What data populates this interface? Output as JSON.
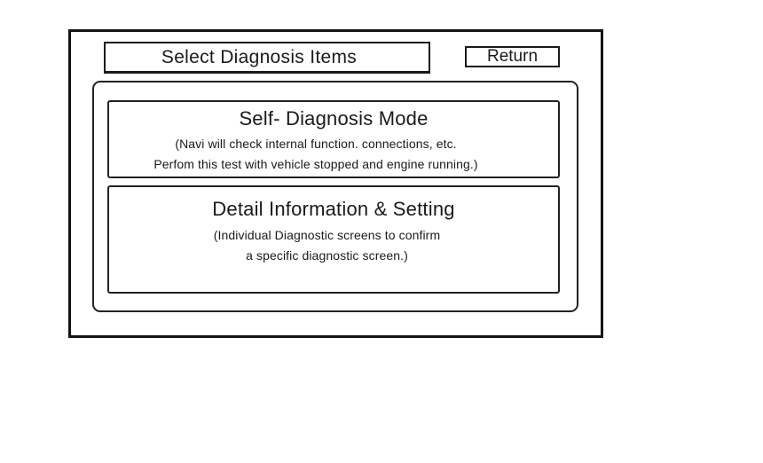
{
  "header": {
    "title": "Select Diagnosis Items",
    "return_label": "Return"
  },
  "options": [
    {
      "title": "Self- Diagnosis Mode",
      "description_lines": [
        "(Navi will check internal function. connections, etc.",
        "Perfom this test with vehicle stopped and engine running.)"
      ]
    },
    {
      "title": "Detail Information & Setting",
      "description_lines": [
        "(Individual Diagnostic screens to confirm",
        "a specific diagnostic screen.)"
      ]
    }
  ],
  "colors": {
    "line": "#1a1a1a",
    "background": "#ffffff"
  }
}
